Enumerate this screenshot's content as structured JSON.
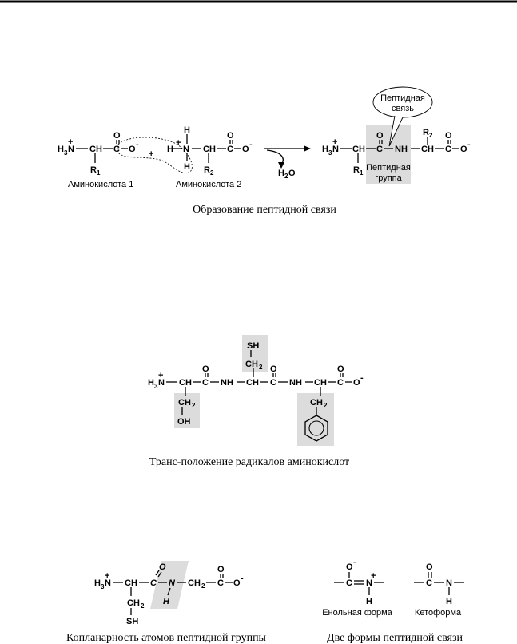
{
  "colors": {
    "ink": "#000000",
    "highlight": "#dcdcdc",
    "background": "#ffffff"
  },
  "reaction": {
    "aa1": {
      "n": "N",
      "c": "CH",
      "cc": "C",
      "o": "O",
      "om": "O",
      "r": "R",
      "r_sub": "1"
    },
    "plus": "+",
    "aa2": {
      "h_top": "H",
      "h_left": "H",
      "h_bottom": "H",
      "n": "N",
      "c": "CH",
      "cc": "C",
      "o": "O",
      "om": "O",
      "r": "R",
      "r_sub": "2"
    },
    "water": {
      "h": "H",
      "sub": "2",
      "o": "O"
    },
    "product": {
      "n": "N",
      "c1": "CH",
      "cc1": "C",
      "o1": "O",
      "nh": "NH",
      "c2": "CH",
      "cc2": "C",
      "o2": "O",
      "om": "O",
      "r1": "R",
      "r1_sub": "1",
      "r2": "R",
      "r2_sub": "2"
    },
    "label_aa1": "Аминокислота 1",
    "label_aa2": "Аминокислота 2",
    "bond_callout": [
      "Пептидная",
      "связь"
    ],
    "group_label": [
      "Пептидная",
      "группа"
    ],
    "caption": "Образование пептидной связи"
  },
  "tripeptide": {
    "n": "N",
    "ca1": "CH",
    "c1": "C",
    "o1": "O",
    "nh1": "NH",
    "ca2": "CH",
    "c2": "C",
    "o2": "O",
    "nh2": "NH",
    "ca3": "CH",
    "c3": "C",
    "o3": "O",
    "om": "O",
    "r1": {
      "ch": "CH",
      "sub": "2",
      "oh": "OH"
    },
    "r2": {
      "ch": "CH",
      "sub": "2",
      "sh": "SH"
    },
    "r3": {
      "ch": "CH",
      "sub": "2"
    },
    "caption": "Транс-положение радикалов аминокислот"
  },
  "coplanar": {
    "n": "N",
    "c": "CH",
    "cc": "C",
    "o": "O",
    "nn": "N",
    "h": "H",
    "ch2": "CH",
    "ch2_sub": "2",
    "cc2": "C",
    "o2": "O",
    "om": "O",
    "side": {
      "ch": "CH",
      "sub": "2",
      "sh": "SH"
    },
    "caption": "Копланарность атомов пептидной группы"
  },
  "forms": {
    "enol": {
      "om": "O",
      "c": "C",
      "n": "N",
      "h": "H",
      "label": "Енольная форма"
    },
    "keto": {
      "o": "O",
      "c": "C",
      "n": "N",
      "h": "H",
      "label": "Кетоформа"
    },
    "caption": "Две формы пептидной связи"
  }
}
